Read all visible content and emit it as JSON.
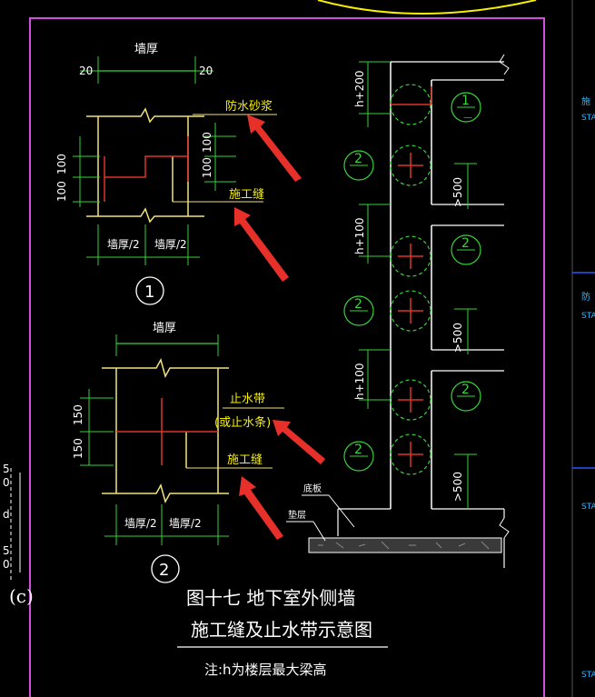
{
  "colors": {
    "background": "#000000",
    "frame": "#d34fe0",
    "wall": "#f2e27a",
    "dim": "#34d43a",
    "rebar": "#e0332a",
    "text_white": "#ffffff",
    "label_yellow": "#f6f000",
    "arrow": "#e8302a",
    "sidebar_text": "#2db6ff",
    "divider": "#2a55ff",
    "arc": "#f6f000"
  },
  "detail1": {
    "top_dim_label": "墙厚",
    "offset_left": "20",
    "offset_right": "20",
    "label_waterproof": "防水砂浆",
    "label_joint": "施工缝",
    "left_dim_upper": "100",
    "left_dim_lower": "100",
    "right_dim_upper": "100",
    "right_dim_lower": "100",
    "bottom_left": "墙厚/2",
    "bottom_right": "墙厚/2",
    "number": "1"
  },
  "detail2": {
    "top_dim_label": "墙厚",
    "label_waterstop_1": "止水带",
    "label_waterstop_2": "(或止水条)",
    "label_joint": "施工缝",
    "left_dim_upper": "150",
    "left_dim_lower": "150",
    "bottom_left": "墙厚/2",
    "bottom_right": "墙厚/2",
    "number": "2"
  },
  "elevation": {
    "dims": [
      "h+200",
      "h+100",
      "h+100"
    ],
    "gte_labels": [
      ">500",
      ">500",
      ">500"
    ],
    "bubbles": [
      "1",
      "2",
      "2",
      "2",
      "2",
      "2"
    ],
    "base_slab": "底板",
    "cushion": "垫层"
  },
  "title": {
    "line1": "图十七  地下室外侧墙",
    "line2": "施工缝及止水带示意图",
    "note": "注:h为楼层最大梁高"
  },
  "left_fragment": {
    "chars": [
      "5",
      "0",
      "d",
      "5",
      "0"
    ],
    "label": "(c)"
  },
  "sidebar": {
    "labels": [
      "施",
      "STA",
      "防",
      "STA",
      "STA",
      "STA"
    ]
  }
}
